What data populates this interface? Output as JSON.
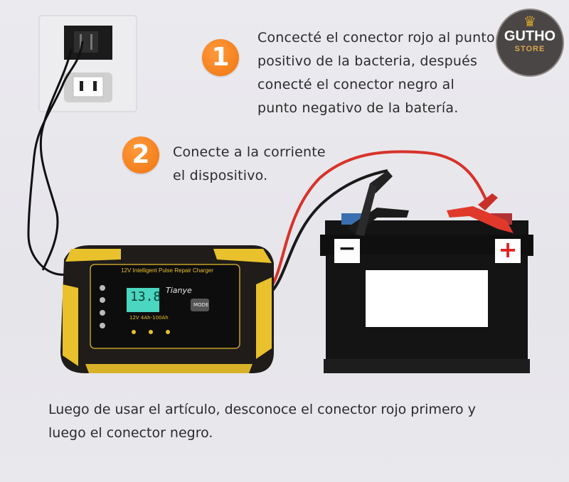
{
  "logo": {
    "name": "GUTHO",
    "tagline": "STORE"
  },
  "steps": [
    {
      "number": "1",
      "text": " Concecté el conector rojo al punto\npositivo de la bacteria, después\nconecté el conector negro al\npunto negativo de la batería."
    },
    {
      "number": "2",
      "text": "Conecte a la corriente\nel dispositivo."
    }
  ],
  "footer": {
    "text": "Luego de usar el artículo, desconoce el conector rojo primero y\nluego el conector negro."
  },
  "charger": {
    "panel_title": "12V Intelligent Pulse Repair Charger",
    "brand": "Tianye",
    "display_value": "13.8",
    "rating": "12V  4Ah-100Ah",
    "mode_label": "MODE"
  },
  "battery": {
    "negative": "−",
    "positive": "+"
  },
  "colors": {
    "accent_orange": "#f07410",
    "clip_red": "#e0392b",
    "charger_yellow": "#e8c12c"
  }
}
